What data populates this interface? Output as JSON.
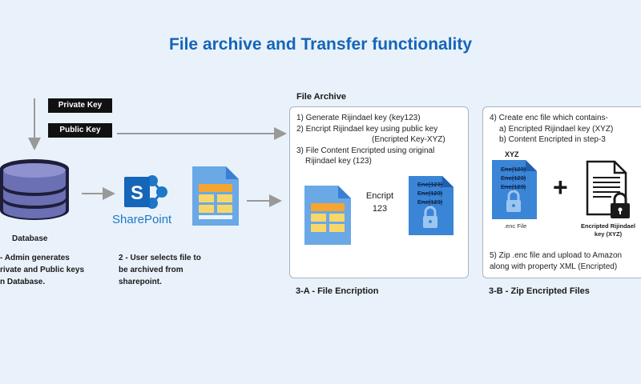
{
  "title": "File archive and Transfer functionality",
  "keys": {
    "private": "Private Key",
    "public": "Public Key"
  },
  "database": {
    "label": "Database",
    "step": [
      " - Admin generates",
      "rivate and Public keys",
      "n Database."
    ]
  },
  "sharepoint": {
    "label": "SharePoint",
    "step": [
      "2 - User selects file to",
      "be archived from",
      "sharepoint."
    ]
  },
  "file_archive": {
    "heading": "File Archive",
    "lines": [
      "1) Generate Rijindael key (key123)",
      "2) Encript Rijindael key using public key",
      "(Encripted Key-XYZ)",
      "3) File Content Encripted using original",
      "Rijindael key (123)"
    ],
    "encript_label": [
      "Encript",
      "123"
    ],
    "enc_doc_lines": [
      "Enc(123)",
      "Enc(123)",
      "Enc(123)"
    ],
    "caption": "3-A - File Encription"
  },
  "zip": {
    "lines": [
      "4) Create enc file which contains-",
      "a) Encripted Rijindael key (XYZ)",
      "b) Content Encripted in step-3"
    ],
    "xyz": "XYZ",
    "enc_doc_lines": [
      "Enc(123)",
      "Enc(123)",
      "Enc(123)"
    ],
    "plus": "+",
    "enc_file_label": ".enc File",
    "key_label": [
      "Encripted Rijindael",
      "key (XYZ)"
    ],
    "step5": [
      "5) Zip .enc file and upload to Amazon",
      "along with property XML (Encripted)"
    ],
    "caption": "3-B - Zip Encripted Files"
  },
  "colors": {
    "title": "#1565b8",
    "background": "#e9f2fa",
    "db_body": "#6b6fb3",
    "db_top": "#8f92cf",
    "doc_blue": "#6aa8e6",
    "doc_dark": "#3b7fd4",
    "doc_orange": "#f6a530",
    "doc_yellow": "#f8d76a",
    "sharepoint": "#1e77c8",
    "arrow": "#9a9a9a"
  }
}
